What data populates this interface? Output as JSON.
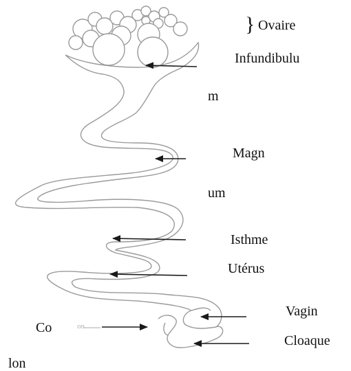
{
  "labels": {
    "ovaire_brace": "}",
    "ovaire": "Ovaire",
    "infundibulum_part1": "Infundibulu",
    "infundibulum_part2": "m",
    "magnum_part1": "Magn",
    "magnum_part2": "um",
    "isthme": "Isthme",
    "uterus": "Utérus",
    "vagin": "Vagin",
    "cloaque": "Cloaque",
    "colon_part1": "Co",
    "colon_part2": "lon",
    "colon_small": "on"
  },
  "colors": {
    "outline": "#9a9a9a",
    "arrow": "#1a1a1a",
    "text": "#111111"
  }
}
